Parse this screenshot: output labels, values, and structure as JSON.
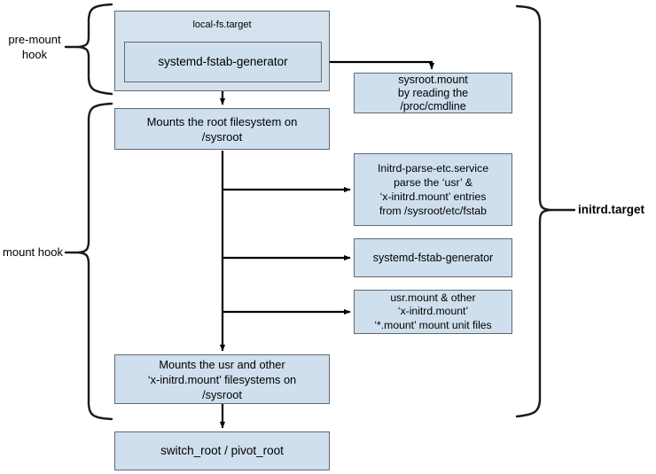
{
  "diagram": {
    "title_hidden": "systemd initrd mount hooks flow",
    "colors": {
      "box_fill": "#cfdfed",
      "outer_box_fill": "#d5e2ee",
      "box_border": "#5d6a72",
      "arrow": "#000000",
      "background": "#ffffff"
    },
    "labels": {
      "pre_mount_hook": "pre-mount\nhook",
      "mount_hook": "mount hook",
      "initrd_target": "initrd.target"
    },
    "nodes": {
      "local_fs_target": "local-fs.target",
      "systemd_fstab_generator_top": "systemd-fstab-generator",
      "sysroot_mount": "sysroot.mount\nby reading the\n/proc/cmdline",
      "mounts_root_filesystem": "Mounts the root filesystem on\n/sysroot",
      "initrd_parse_etc": "Initrd-parse-etc.service\nparse the ‘usr’ &\n‘x-initrd.mount’  entries\nfrom /sysroot/etc/fstab",
      "systemd_fstab_generator_mid": "systemd-fstab-generator",
      "usr_mount_other": "usr.mount & other\n‘x-initrd.mount’\n‘*.mount’ mount unit files",
      "mounts_usr_other": "Mounts the usr and other\n‘x-initrd.mount’ filesystems on\n/sysroot",
      "switch_root": "switch_root / pivot_root"
    }
  }
}
